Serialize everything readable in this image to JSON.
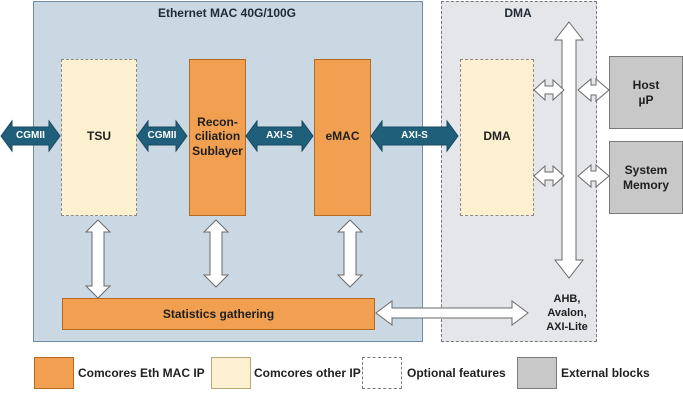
{
  "regions": {
    "mac_title": "Ethernet MAC 40G/100G",
    "dma_title": "DMA"
  },
  "blocks": {
    "tsu": "TSU",
    "reconciliation": "Recon-\nciliation\nSublayer",
    "emac": "eMAC",
    "dma": "DMA",
    "stats": "Statistics gathering",
    "host": "Host\nµP",
    "memory": "System\nMemory",
    "bus": "AHB,\nAvalon,\nAXI-Lite"
  },
  "arrows": {
    "cgmii_left": "CGMII",
    "cgmii_mid": "CGMII",
    "axis_mid": "AXI-S",
    "axis_right": "AXI-S"
  },
  "legend": {
    "mac_ip": "Comcores Eth MAC IP",
    "other_ip": "Comcores other IP",
    "optional": "Optional features",
    "external": "External blocks"
  },
  "colors": {
    "mac_bg": "#cad8e3",
    "dma_bg": "#e4e6e9",
    "orange": "#f0a050",
    "cream": "#fdf0d0",
    "gray": "#c8c8c8",
    "arrow_blue": "#1f5f7a"
  }
}
